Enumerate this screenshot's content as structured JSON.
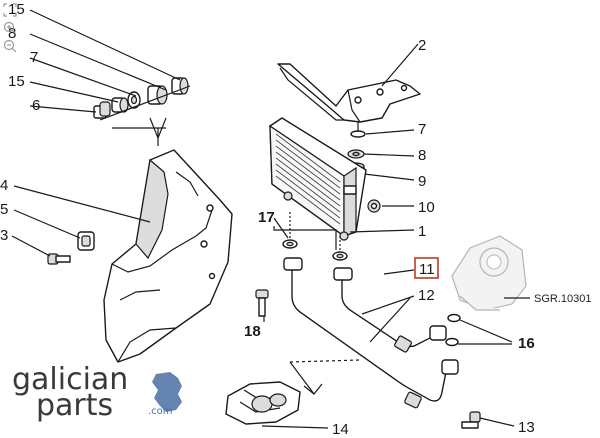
{
  "toolbar": {
    "items": [
      {
        "icon": "fit-screen-icon"
      },
      {
        "icon": "zoom-in-icon"
      },
      {
        "icon": "zoom-out-icon"
      }
    ]
  },
  "callouts": {
    "c1": "1",
    "c2": "2",
    "c3": "3",
    "c4": "4",
    "c5": "5",
    "c6": "6",
    "c7a": "7",
    "c7b": "7",
    "c8a": "8",
    "c8b": "8",
    "c9": "9",
    "c10": "10",
    "c11": "11",
    "c12": "12",
    "c13": "13",
    "c14": "14",
    "c15a": "15",
    "c15b": "15",
    "c16": "16",
    "c17": "17",
    "c18": "18"
  },
  "reference": "SGR.10301",
  "logo": {
    "line1": "galician",
    "line2": "parts",
    "suffix": ".com"
  },
  "colors": {
    "highlight": "#c0392b",
    "logo_blue": "#4a6fa5"
  }
}
